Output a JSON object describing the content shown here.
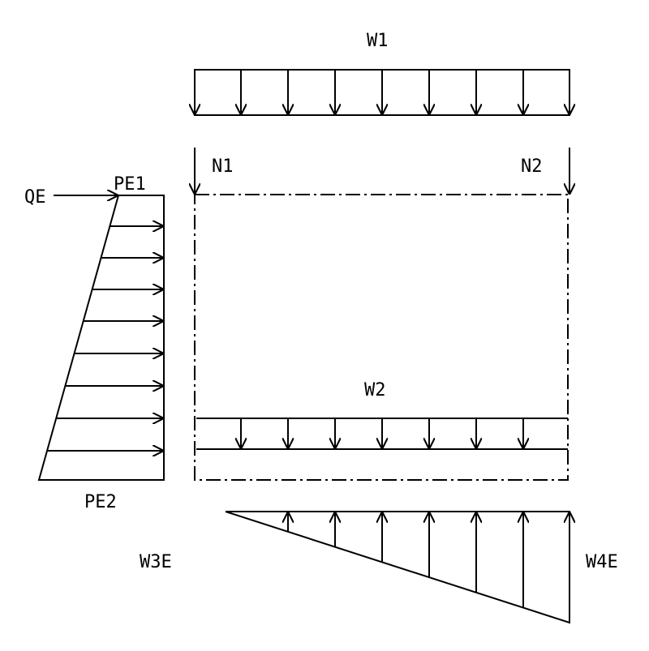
{
  "labels": {
    "w1": "W1",
    "n1": "N1",
    "n2": "N2",
    "qe": "QE",
    "pe1": "PE1",
    "pe2": "PE2",
    "w2": "W2",
    "w3e": "W3E",
    "w4e": "W4E"
  },
  "colors": {
    "ink": "#000000",
    "background": "#ffffff"
  }
}
